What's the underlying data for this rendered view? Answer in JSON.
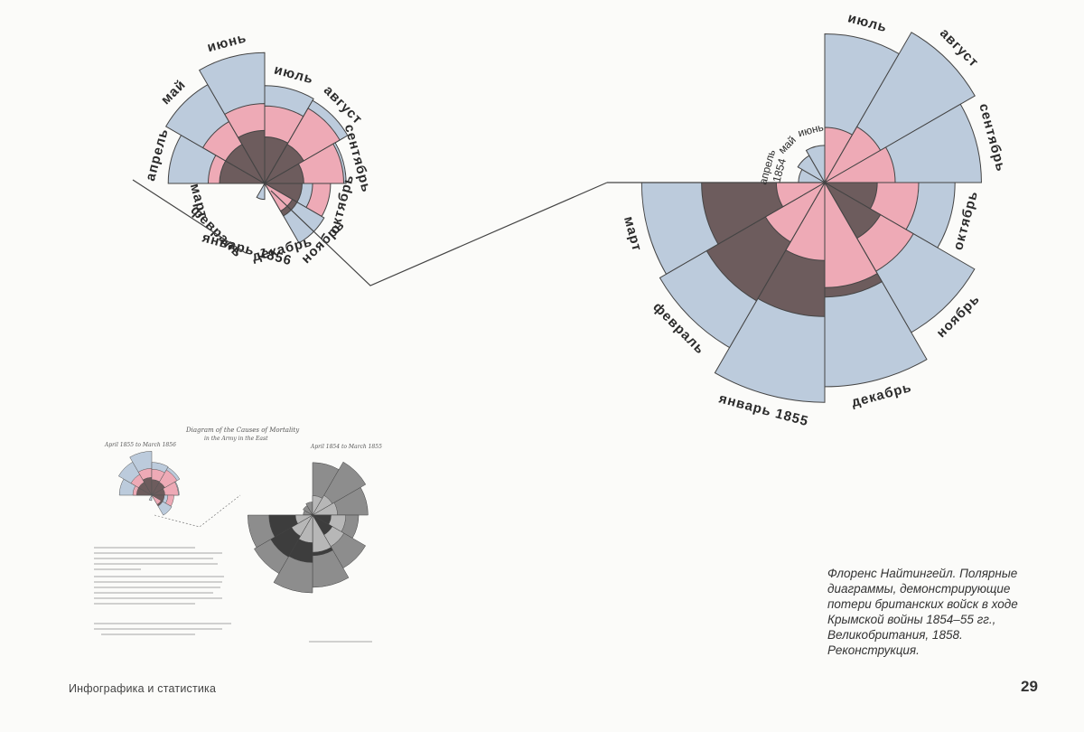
{
  "footer": {
    "section_title": "Инфографика и статистика",
    "page_number": "29"
  },
  "caption": {
    "lines": [
      "Флоренс Найтингейл. Полярные",
      "диаграммы, демонстрирующие",
      "потери британских войск в ходе",
      "Крымской войны 1854–55 гг.,",
      "Великобритания, 1858.",
      "Реконструкция."
    ]
  },
  "colors": {
    "blue": "#bccbdc",
    "pink": "#eeaab6",
    "dark": "#6d5c5d",
    "line": "#444444"
  },
  "chart_data": [
    {
      "type": "polar-area",
      "series": [
        {
          "name": "blue"
        },
        {
          "name": "pink"
        },
        {
          "name": "dark"
        }
      ],
      "categories": [
        "апрель",
        "май",
        "июнь",
        "июль",
        "август",
        "сентябрь",
        "октябрь",
        "ноябрь",
        "декабрь",
        "январь 1856",
        "февраль",
        "март"
      ],
      "blue": [
        73,
        102,
        134,
        75,
        72,
        52,
        18,
        37,
        0,
        2,
        0,
        0
      ],
      "pink": [
        25,
        40,
        50,
        47,
        59,
        49,
        34,
        8,
        0,
        0,
        0,
        0
      ],
      "dark": [
        16,
        16,
        22,
        17,
        16,
        12,
        11,
        11,
        0,
        0,
        0,
        0
      ]
    },
    {
      "type": "polar-area",
      "categories": [
        "апрель\n1854",
        "май",
        "июнь",
        "июль",
        "август",
        "сентябрь",
        "октябрь",
        "ноябрь",
        "декабрь",
        "январь 1855",
        "февраль",
        "март"
      ],
      "blue": [
        5,
        7,
        10,
        160,
        218,
        178,
        123,
        217,
        302,
        350,
        263,
        243
      ],
      "pink": [
        0,
        0,
        0,
        22,
        30,
        36,
        64,
        76,
        80,
        44,
        34,
        17
      ],
      "dark": [
        0,
        0,
        0,
        0,
        0,
        0,
        20,
        30,
        95,
        130,
        135,
        110
      ]
    }
  ],
  "inset": {
    "title": "Diagram of the Causes of Mortality",
    "subtitle": "in the Army in the East",
    "label_left": "April 1855 to March 1856",
    "label_right": "April 1854 to March 1855"
  }
}
